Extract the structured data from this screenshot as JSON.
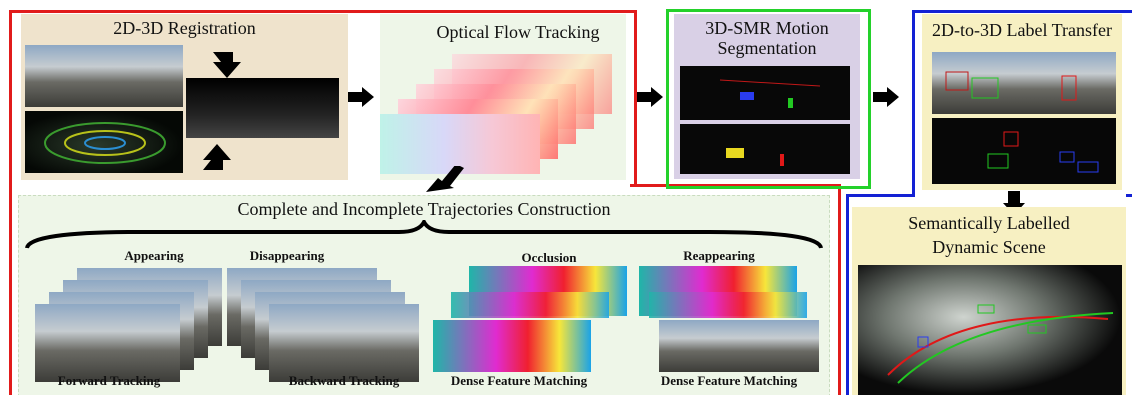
{
  "registration": {
    "title": "2D-3D Registration"
  },
  "flow": {
    "title": "Optical Flow Tracking"
  },
  "smr": {
    "title_line1": "3D-SMR Motion",
    "title_line2": "Segmentation"
  },
  "transfer": {
    "title": "2D-to-3D Label Transfer"
  },
  "trajectories": {
    "title": "Complete and Incomplete Trajectories Construction",
    "labels": [
      "Appearing",
      "Disappearing",
      "Occlusion",
      "Reappearing"
    ],
    "captions": [
      "Forward Tracking",
      "Backward Tracking",
      "Dense Feature Matching",
      "Dense Feature Matching"
    ]
  },
  "scene": {
    "title_line1": "Semantically Labelled",
    "title_line2": "Dynamic Scene"
  },
  "colors": {
    "red_group": "#e11b1b",
    "green_group": "#23d12a",
    "blue_group": "#1321d4"
  }
}
